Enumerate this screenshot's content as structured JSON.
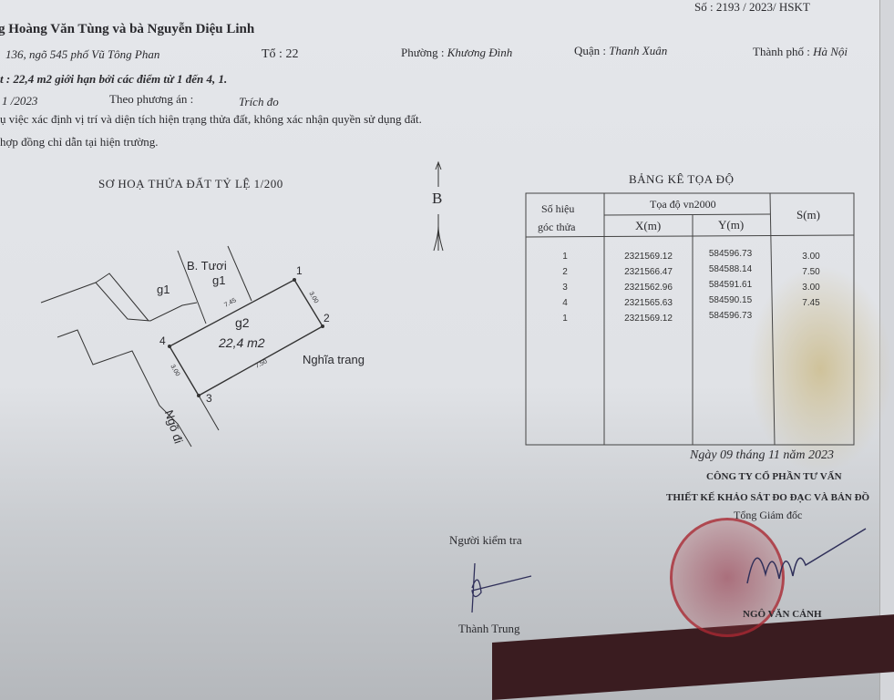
{
  "header": {
    "doc_number": "Số : 2193 / 2023/ HSKT",
    "owners": "g Hoàng Văn Tùng và bà Nguyễn Diệu Linh",
    "address_label": "136, ngõ 545 phố Vũ Tông Phan",
    "to_label": "Tổ : 22",
    "phuong": "Phường : ",
    "phuong_value": "Khương Đình",
    "quan": "Quận : ",
    "quan_value": "Thanh Xuân",
    "thanhpho": "Thành phố : ",
    "thanhpho_value": "Hà Nội",
    "area_line": "t : 22,4 m2 giới hạn bởi các điểm từ 1 đến 4, 1.",
    "date_partial": "1 /2023",
    "method_label": "Theo phương án :",
    "method_value": "Trích đo",
    "note1": "ụ việc xác định vị trí và diện tích hiện trạng thửa đất, không xác nhận quyền sử dụng đất.",
    "note2": "hợp đồng chỉ dẫn tại hiện trường."
  },
  "sketch": {
    "title": "SƠ HOẠ THỬA ĐẤT TỶ LỆ 1/200",
    "north": "B",
    "labels": {
      "b_tuoi": "B. Tươi",
      "g1_left": "g1",
      "g1_right": "g1",
      "g2": "g2",
      "area": "22,4 m2",
      "nghia_trang": "Nghĩa trang",
      "ngo_di": "Ngõ đi"
    },
    "points": [
      "1",
      "2",
      "3",
      "4"
    ],
    "edges": {
      "e41": "7.45",
      "e12": "3.00",
      "e23": "7.50",
      "e34": "3.00"
    }
  },
  "table": {
    "title": "BẢNG KÊ TỌA ĐỘ",
    "headers": {
      "point": "Số hiệu",
      "point2": "góc thửa",
      "coord": "Tọa độ vn2000",
      "x": "X(m)",
      "y": "Y(m)",
      "s": "S(m)"
    },
    "rows": [
      {
        "p": "1",
        "x": "2321569.12",
        "y": "584596.73",
        "s": "3.00"
      },
      {
        "p": "2",
        "x": "2321566.47",
        "y": "584588.14",
        "s": "7.50"
      },
      {
        "p": "3",
        "x": "2321562.96",
        "y": "584591.61",
        "s": "3.00"
      },
      {
        "p": "4",
        "x": "2321565.63",
        "y": "584590.15",
        "s": "7.45"
      },
      {
        "p": "1",
        "x": "2321569.12",
        "y": "584596.73",
        "s": ""
      }
    ]
  },
  "signatures": {
    "date": "Ngày 09  tháng 11 năm 2023",
    "company1": "CÔNG TY CỔ PHẦN TƯ VẤN",
    "company2": "THIẾT KẾ KHẢO SÁT ĐO ĐẠC VÀ BẢN ĐỒ",
    "director_title": "Tổng Giám đốc",
    "director_name": "NGÔ VĂN CẢNH",
    "checker_title": "Người kiểm tra",
    "checker_name": "Thành Trung"
  },
  "colors": {
    "seal": "#a82832",
    "ink": "#2a2a2e"
  }
}
